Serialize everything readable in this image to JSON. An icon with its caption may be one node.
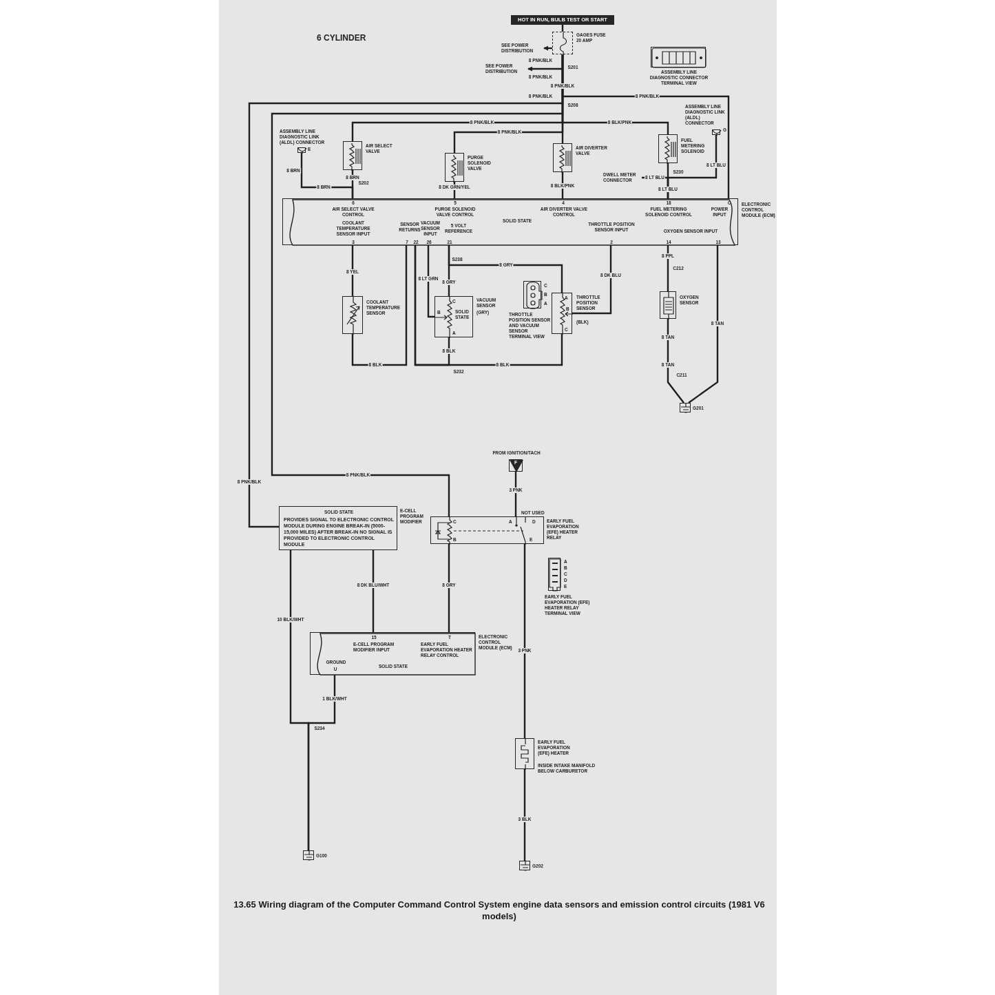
{
  "diagram": {
    "title": "6 CYLINDER",
    "caption": "13.65 Wiring diagram of the Computer Command Control System engine data sensors and emission control circuits (1981 V6 models)",
    "nodes": [
      {
        "text": [
          "HOT IN RUN, BULB TEST OR START"
        ]
      },
      {
        "text": [
          "GAGES FUSE 20 AMP"
        ]
      },
      {
        "text": [
          "SEE POWER DISTRIBUTION"
        ]
      },
      {
        "text": [
          "SEE POWER DISTRIBUTION"
        ]
      },
      {
        "text": [
          "ASSEMBLY LINE DIAGNOSTIC CONNECTOR TERMINAL VIEW"
        ]
      },
      {
        "text": [
          "ASSEMBLY LINE DIAGNOSTIC LINK (ALDL) CONNECTOR",
          "E"
        ]
      },
      {
        "text": [
          "AIR SELECT VALVE"
        ]
      },
      {
        "text": [
          "PURGE SOLENOID VALVE"
        ]
      },
      {
        "text": [
          "AIR DIVERTER VALVE"
        ]
      },
      {
        "text": [
          "FUEL METERING SOLENOID"
        ]
      },
      {
        "text": [
          "ASSEMBLY LINE DIAGNOSTIC LINK (ALDL) CONNECTOR",
          "G"
        ]
      },
      {
        "text": [
          "DWELL METER CONNECTOR"
        ]
      },
      {
        "text": [
          "6",
          "AIR SELECT VALVE CONTROL",
          "5",
          "PURGE SOLENOID VALVE CONTROL",
          "SOLID STATE",
          "4",
          "AIR DIVERTER VALVE CONTROL",
          "18",
          "FUEL METERING SOLENOID CONTROL",
          "C",
          "POWER INPUT",
          "COOLANT TEMPERATURE SENSOR INPUT",
          "3",
          "SENSOR RETURNS",
          "7",
          "22",
          "VACUUM SENSOR INPUT",
          "26",
          "5 VOLT REFERENCE",
          "21",
          "THROTTLE POSITION SENSOR INPUT",
          "2",
          "OXYGEN SENSOR INPUT",
          "14",
          "13",
          "ELECTRONIC CONTROL MODULE (ECM)"
        ]
      },
      {
        "text": [
          "COOLANT TEMPERATURE SENSOR"
        ]
      },
      {
        "text": [
          "VACUUM SENSOR",
          "(GRY)",
          "C",
          "B",
          "SOLID STATE",
          "A"
        ]
      },
      {
        "text": [
          "C",
          "B",
          "A",
          "THROTTLE POSITION SENSOR AND VACUUM SENSOR TERMINAL VIEW"
        ]
      },
      {
        "text": [
          "A",
          "THROTTLE POSITION SENSOR",
          "B",
          "(BLK)",
          "C"
        ]
      },
      {
        "text": [
          "OXYGEN SENSOR"
        ]
      },
      {
        "text": [
          "G201"
        ]
      },
      {
        "text": [
          "FROM IGNITION/TACH",
          "F"
        ]
      },
      {
        "text": [
          "NOT USED",
          "C",
          "A",
          "D",
          "B",
          "E",
          "EARLY FUEL EVAPORATION (EFE) HEATER RELAY"
        ]
      },
      {
        "text": [
          "SOLID STATE",
          "PROVIDES SIGNAL TO ELECTRONIC CONTROL MODULE DURING ENGINE BREAK-IN (5000-15,000 MILES) AFTER BREAK-IN NO SIGNAL IS PROVIDED TO ELECTRONIC CONTROL MODULE",
          "E-CELL PROGRAM MODIFIER"
        ]
      },
      {
        "text": [
          "A",
          "B",
          "C",
          "D",
          "E",
          "EARLY FUEL EVAPORATION (EFE) HEATER RELAY TERMINAL VIEW"
        ]
      },
      {
        "text": [
          "15",
          "E-CELL PROGRAM MODIFIER INPUT",
          "T",
          "EARLY FUEL EVAPORATION HEATER RELAY CONTROL",
          "SOLID STATE",
          "GROUND",
          "U",
          "ELECTRONIC CONTROL MODULE (ECM)"
        ]
      },
      {
        "text": [
          "EARLY FUEL EVAPORATION (EFE) HEATER",
          "INSIDE INTAKE MANIFOLD BELOW CARBURETOR"
        ]
      },
      {
        "text": [
          "G100"
        ]
      },
      {
        "text": [
          "G202"
        ]
      }
    ],
    "edges": [
      {
        "from": 0,
        "to": 1,
        "arrow": "none"
      },
      {
        "from": 1,
        "to": 2,
        "arrow": "to"
      },
      {
        "from": 1,
        "to": 3,
        "arrow": "to"
      },
      {
        "from": 1,
        "to": 6,
        "arrow": "none",
        "label": "8 PNK/BLK"
      },
      {
        "from": 1,
        "to": 7,
        "arrow": "none",
        "label": "8 PNK/BLK"
      },
      {
        "from": 1,
        "to": 8,
        "arrow": "none",
        "label": "8 PNK/BLK"
      },
      {
        "from": 1,
        "to": 9,
        "arrow": "none",
        "label": "8 BLK/PNK"
      },
      {
        "from": 1,
        "to": 12,
        "arrow": "none",
        "label": "8 PNK/BLK"
      },
      {
        "from": 1,
        "to": 21,
        "arrow": "none",
        "label": "8 PNK/BLK"
      },
      {
        "from": 1,
        "to": 20,
        "arrow": "none",
        "label": "8 PNK/BLK"
      },
      {
        "from": 5,
        "to": 12,
        "arrow": "none",
        "label": "8 BRN"
      },
      {
        "from": 6,
        "to": 12,
        "arrow": "none",
        "label": "8 BRN"
      },
      {
        "from": 7,
        "to": 12,
        "arrow": "none",
        "label": "8 DK GRN/YEL"
      },
      {
        "from": 8,
        "to": 12,
        "arrow": "none",
        "label": "8 BLK/PNK"
      },
      {
        "from": 9,
        "to": 12,
        "arrow": "none",
        "label": "8 LT BLU"
      },
      {
        "from": 10,
        "to": 12,
        "arrow": "none",
        "label": "8 LT BLU"
      },
      {
        "from": 11,
        "to": 12,
        "arrow": "none",
        "label": "8 LT BLU"
      },
      {
        "from": 12,
        "to": 13,
        "arrow": "none",
        "label": "8 YEL"
      },
      {
        "from": 13,
        "to": 12,
        "arrow": "none",
        "label": "8 BLK"
      },
      {
        "from": 12,
        "to": 14,
        "arrow": "none",
        "label": "8 GRY"
      },
      {
        "from": 12,
        "to": 16,
        "arrow": "none",
        "label": "8 GRY"
      },
      {
        "from": 12,
        "to": 14,
        "arrow": "none",
        "label": "8 LT GRN"
      },
      {
        "from": 14,
        "to": 12,
        "arrow": "none",
        "label": "8 BLK"
      },
      {
        "from": 16,
        "to": 12,
        "arrow": "none",
        "label": "8 BLK"
      },
      {
        "from": 16,
        "to": 12,
        "arrow": "none",
        "label": "8 DK BLU"
      },
      {
        "from": 12,
        "to": 17,
        "arrow": "none",
        "label": "8 PPL"
      },
      {
        "from": 17,
        "to": 18,
        "arrow": "none",
        "label": "8 TAN"
      },
      {
        "from": 12,
        "to": 18,
        "arrow": "none",
        "label": "8 TAN"
      },
      {
        "from": 19,
        "to": 20,
        "arrow": "none",
        "label": "3 PNK"
      },
      {
        "from": 20,
        "to": 23,
        "arrow": "none",
        "label": "8 GRY"
      },
      {
        "from": 21,
        "to": 23,
        "arrow": "none",
        "label": "8 DK BLU/WHT"
      },
      {
        "from": 21,
        "to": 25,
        "arrow": "none",
        "label": "10 BLK/WHT"
      },
      {
        "from": 23,
        "to": 25,
        "arrow": "none",
        "label": "1 BLK/WHT"
      },
      {
        "from": 20,
        "to": 24,
        "arrow": "none",
        "label": "3 PNK"
      },
      {
        "from": 24,
        "to": 26,
        "arrow": "none",
        "label": "3 BLK"
      }
    ],
    "labels": [
      "8 PNK/BLK",
      "S201",
      "8 PNK/BLK",
      "8 PNK/BLK",
      "S208",
      "8 BRN",
      "S202",
      "S230",
      "S238",
      "S232",
      "C212",
      "C211",
      "8 TAN",
      "S234"
    ]
  }
}
